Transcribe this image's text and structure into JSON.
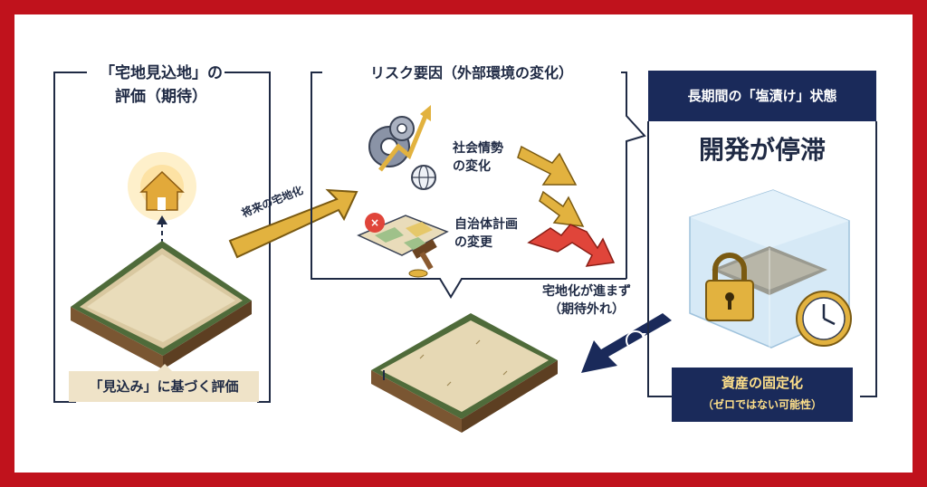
{
  "left": {
    "title_line1": "「宅地見込地」の",
    "title_line2": "評価（期待）",
    "bottom_label": "「見込み」に基づく評価"
  },
  "arrow_main": {
    "label": "将来の宅地化"
  },
  "middle": {
    "title": "リスク要因（外部環境の変化）",
    "factor1_line1": "社会情勢",
    "factor1_line2": "の変化",
    "factor2_line1": "自治体計画",
    "factor2_line2": "の変更",
    "result_line1": "宅地化が進まず",
    "result_line2": "（期待外れ）"
  },
  "right": {
    "header": "長期間の「塩漬け」状態",
    "big_title": "開発が停滞",
    "badge_line1": "資産の固定化",
    "badge_line2": "（ゼロではない可能性）"
  },
  "colors": {
    "frame": "#c0121c",
    "navy": "#1a2a5a",
    "gold": "#e2b23f",
    "red": "#e0453a",
    "beige": "#efe3c8",
    "ink": "#1f2a44"
  }
}
